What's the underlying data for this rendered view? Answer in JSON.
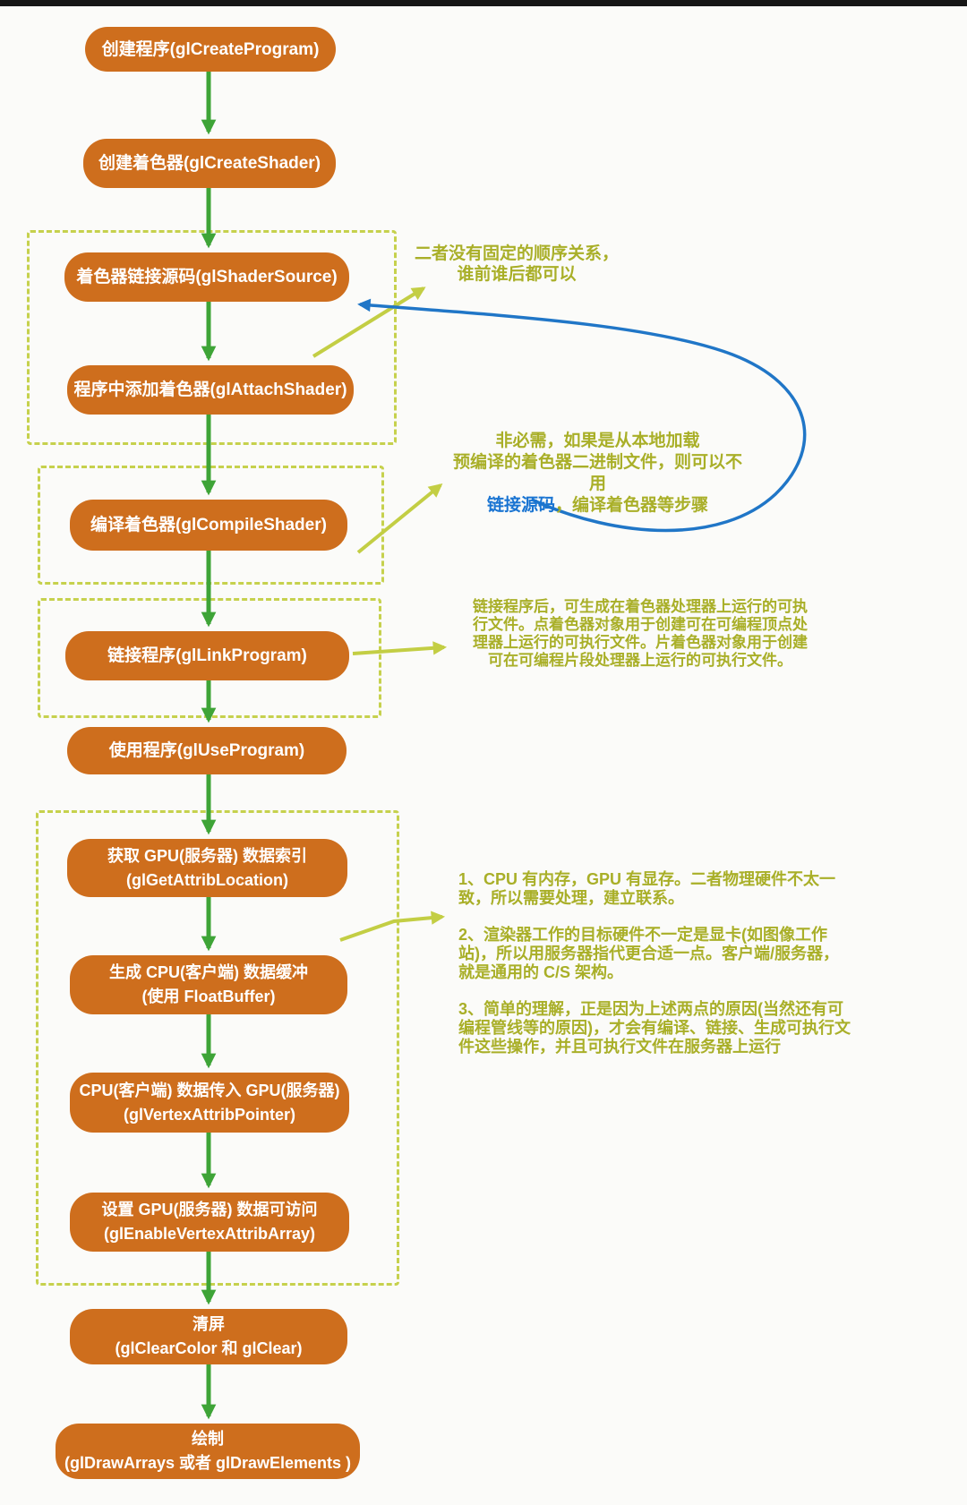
{
  "flow": {
    "nodes": [
      {
        "id": "create-program",
        "lines": [
          "创建程序(glCreateProgram)"
        ]
      },
      {
        "id": "create-shader",
        "lines": [
          "创建着色器(glCreateShader)"
        ]
      },
      {
        "id": "shader-source",
        "lines": [
          "着色器链接源码(glShaderSource)"
        ]
      },
      {
        "id": "attach-shader",
        "lines": [
          "程序中添加着色器(glAttachShader)"
        ]
      },
      {
        "id": "compile-shader",
        "lines": [
          "编译着色器(glCompileShader)"
        ]
      },
      {
        "id": "link-program",
        "lines": [
          "链接程序(glLinkProgram)"
        ]
      },
      {
        "id": "use-program",
        "lines": [
          "使用程序(glUseProgram)"
        ]
      },
      {
        "id": "get-attrib-location",
        "lines": [
          "获取 GPU(服务器) 数据索引",
          "(glGetAttribLocation)"
        ]
      },
      {
        "id": "create-cpu-buffer",
        "lines": [
          "生成 CPU(客户端) 数据缓冲",
          "(使用 FloatBuffer)"
        ]
      },
      {
        "id": "vertex-attrib-pointer",
        "lines": [
          "CPU(客户端) 数据传入 GPU(服务器)",
          "(glVertexAttribPointer)"
        ]
      },
      {
        "id": "enable-vertex-attrib",
        "lines": [
          "设置 GPU(服务器) 数据可访问",
          "(glEnableVertexAttribArray)"
        ]
      },
      {
        "id": "clear-screen",
        "lines": [
          "清屏",
          "(glClearColor 和 glClear)"
        ]
      },
      {
        "id": "draw",
        "lines": [
          "绘制",
          "(glDrawArrays 或者 glDrawElements )"
        ]
      }
    ]
  },
  "annotations": {
    "order_note": {
      "lines": [
        "二者没有固定的顺序关系，",
        "谁前谁后都可以"
      ]
    },
    "optional_note": {
      "line1": "非必需，如果是从本地加载",
      "line2": "预编译的着色器二进制文件，则可以不用",
      "line3_blue": "链接源码",
      "line3_rest": "，编译着色器等步骤"
    },
    "link_note": {
      "lines": [
        "链接程序后，可生成在着色器处理器上运行的可执",
        "行文件。点着色器对象用于创建可在可编程顶点处",
        "理器上运行的可执行文件。片着色器对象用于创建",
        "可在可编程片段处理器上运行的可执行文件。"
      ]
    },
    "cpu_gpu_note": {
      "items": [
        "1、CPU 有内存，GPU 有显存。二者物理硬件不太一致，所以需要处理，建立联系。",
        "2、渲染器工作的目标硬件不一定是显卡(如图像工作站)，所以用服务器指代更合适一点。客户端/服务器，就是通用的 C/S 架构。",
        "3、简单的理解，正是因为上述两点的原因(当然还有可编程管线等的原因)，才会有编译、链接、生成可执行文件这些操作，并且可执行文件在服务器上运行"
      ]
    }
  },
  "colors": {
    "node_fill": "#ce6e1d",
    "node_text": "#ffffff",
    "arrow_green": "#3ea437",
    "dashed_border": "#c6d14d",
    "annotation_olive": "#a9af28",
    "annotation_blue": "#1974d2",
    "loop_arrow_blue": "#2076c7"
  }
}
